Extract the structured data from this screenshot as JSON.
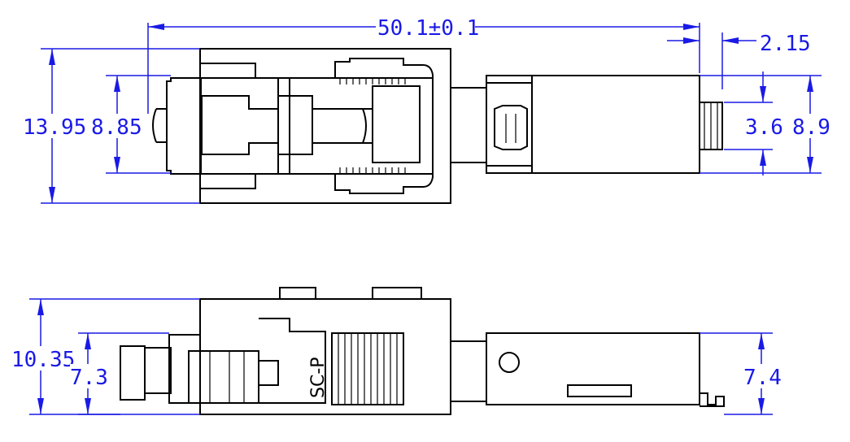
{
  "dimensions": {
    "overall_length": "50.1±0.1",
    "plug_extension": "2.15",
    "body_height_top": "13.95",
    "inner_height_top": "8.85",
    "tip_height": "3.6",
    "boot_height_top": "8.9",
    "side_total_height": "10.35",
    "side_inner_height": "7.3",
    "side_boot_height": "7.4"
  },
  "body_marking": "SC-P",
  "colors": {
    "dimension": "#1a1ae6",
    "outline": "#000000"
  }
}
